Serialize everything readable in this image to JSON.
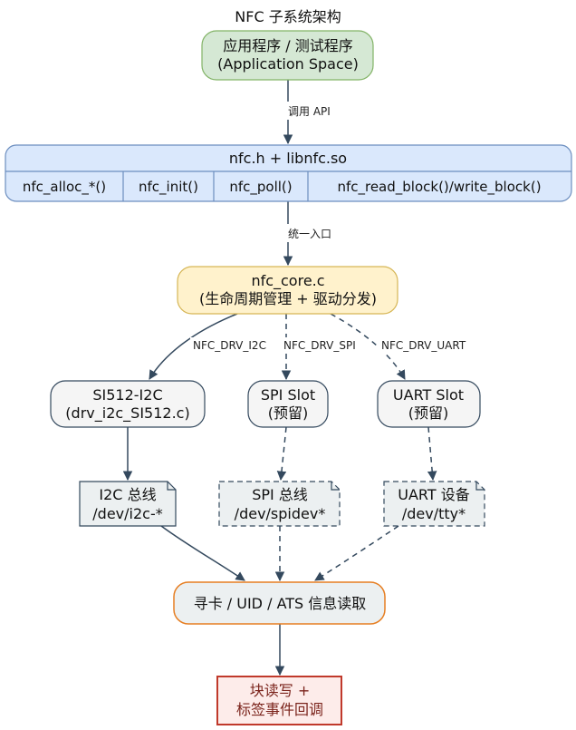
{
  "title": "NFC 子系统架构",
  "colors": {
    "edge": "#34495e",
    "app_fill": "#d5e8d4",
    "app_stroke": "#82b366",
    "api_fill": "#dae8fc",
    "api_stroke": "#6c8ebf",
    "core_fill": "#fff2cc",
    "core_stroke": "#d6b656",
    "slot_fill": "#f5f5f5",
    "slot_stroke": "#34495e",
    "bus_fill": "#ecf0f1",
    "ops_stroke": "#e67e22",
    "cb_fill": "#fdecea",
    "cb_stroke": "#c0392b",
    "cb_text": "#7b241c"
  },
  "nodes": {
    "app": {
      "line1": "应用程序 / 测试程序",
      "line2": "(Application Space)"
    },
    "api": {
      "header": "nfc.h + libnfc.so",
      "functions": [
        "nfc_alloc_*()",
        "nfc_init()",
        "nfc_poll()",
        "nfc_read_block()/write_block()"
      ]
    },
    "core": {
      "line1": "nfc_core.c",
      "line2": "(生命周期管理 + 驱动分发)"
    },
    "i2c_driver": {
      "line1": "SI512-I2C",
      "line2": "(drv_i2c_SI512.c)"
    },
    "spi_slot": {
      "line1": "SPI Slot",
      "line2": "(预留)"
    },
    "uart_slot": {
      "line1": "UART Slot",
      "line2": "(预留)"
    },
    "i2c_bus": {
      "line1": "I2C 总线",
      "line2": "/dev/i2c-*"
    },
    "spi_bus": {
      "line1": "SPI 总线",
      "line2": "/dev/spidev*"
    },
    "uart_dev": {
      "line1": "UART 设备",
      "line2": "/dev/tty*"
    },
    "ops": {
      "label": "寻卡 / UID / ATS 信息读取"
    },
    "callback": {
      "line1": "块读写 +",
      "line2": "标签事件回调"
    }
  },
  "edges": {
    "app_to_api": "调用 API",
    "api_to_core": "统一入口",
    "core_to_i2c": "NFC_DRV_I2C",
    "core_to_spi": "NFC_DRV_SPI",
    "core_to_uart": "NFC_DRV_UART"
  }
}
